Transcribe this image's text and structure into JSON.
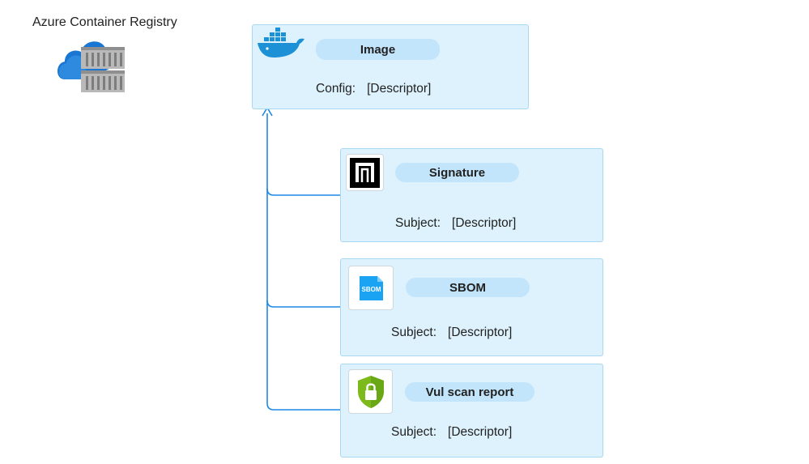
{
  "registry": {
    "title": "Azure Container Registry",
    "icon": "azure-container-registry-icon"
  },
  "image": {
    "label": "Image",
    "icon": "docker-whale-icon",
    "field_name": "Config:",
    "field_value": "[Descriptor]"
  },
  "artifacts": [
    {
      "label": "Signature",
      "icon": "notation-logo-icon",
      "field_name": "Subject:",
      "field_value": "[Descriptor]"
    },
    {
      "label": "SBOM",
      "icon": "sbom-document-icon",
      "icon_text": "SBOM",
      "field_name": "Subject:",
      "field_value": "[Descriptor]"
    },
    {
      "label": "Vul scan report",
      "icon": "shield-lock-icon",
      "field_name": "Subject:",
      "field_value": "[Descriptor]"
    }
  ],
  "colors": {
    "card_fill": "#ddf2fd",
    "card_border": "#a9d8f3",
    "pill_fill": "#c2e5fb",
    "connector": "#1e88e5",
    "azure_blue": "#1976d2",
    "docker_blue": "#1d91d6",
    "sbom_blue": "#1aa3f2",
    "shield_green": "#7cb91b"
  }
}
